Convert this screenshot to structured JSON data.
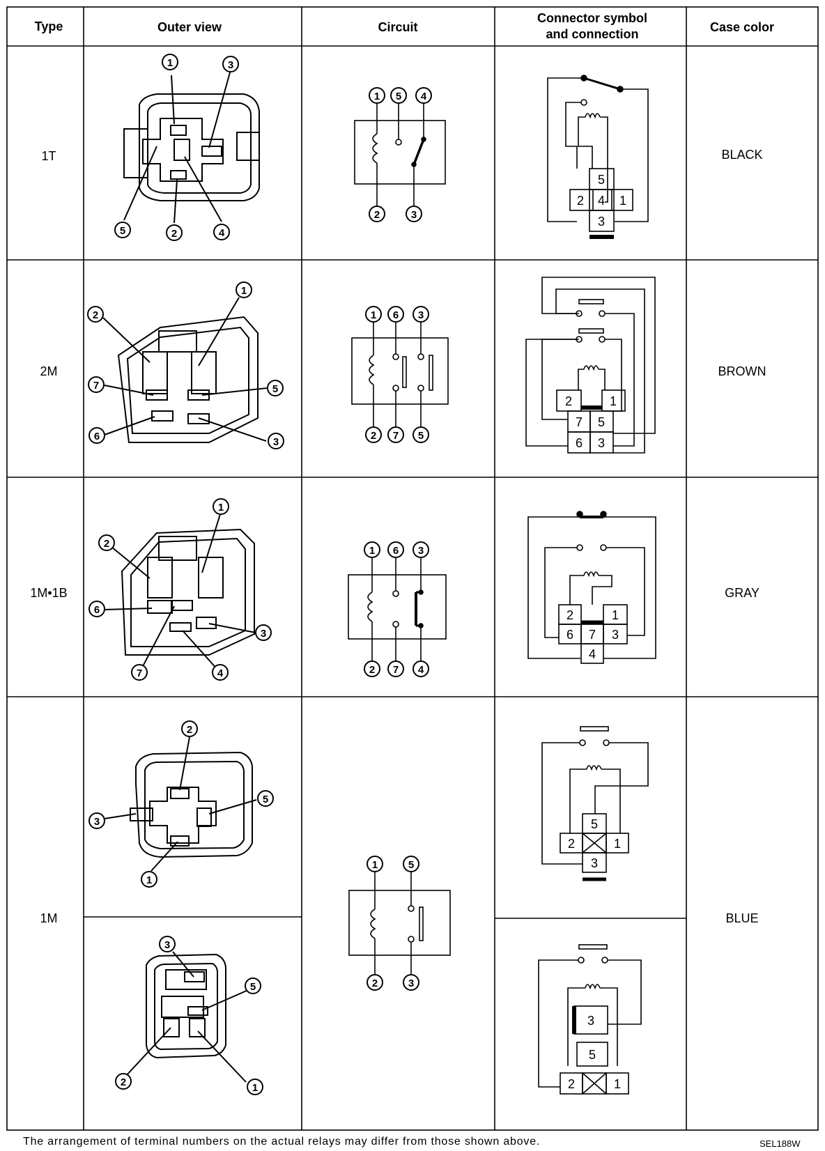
{
  "headers": {
    "type": "Type",
    "outer": "Outer view",
    "circuit": "Circuit",
    "connector_line1": "Connector symbol",
    "connector_line2": "and connection",
    "case": "Case color"
  },
  "rows": [
    {
      "type": "1T",
      "case": "BLACK"
    },
    {
      "type": "2M",
      "case": "BROWN"
    },
    {
      "type": "1M•1B",
      "case": "GRAY"
    },
    {
      "type": "1M",
      "case": "BLUE"
    }
  ],
  "footnote": "The arrangement of terminal numbers on the actual relays may differ from those shown above.",
  "figure_code": "SEL188W",
  "terminals": {
    "r1_outer": [
      "1",
      "3",
      "5",
      "2",
      "4"
    ],
    "r1_circuit": [
      "1",
      "5",
      "4",
      "2",
      "3"
    ],
    "r1_connector": [
      "5",
      "2",
      "4",
      "1",
      "3"
    ],
    "r2_outer": [
      "1",
      "2",
      "7",
      "5",
      "6",
      "3"
    ],
    "r2_circuit": [
      "1",
      "6",
      "3",
      "2",
      "7",
      "5"
    ],
    "r2_connector": [
      "2",
      "1",
      "7",
      "5",
      "6",
      "3"
    ],
    "r3_outer": [
      "1",
      "2",
      "6",
      "3",
      "7",
      "4"
    ],
    "r3_circuit": [
      "1",
      "6",
      "3",
      "2",
      "7",
      "4"
    ],
    "r3_connector": [
      "2",
      "1",
      "6",
      "7",
      "3",
      "4"
    ],
    "r4a_outer": [
      "2",
      "5",
      "3",
      "1"
    ],
    "r4b_outer": [
      "3",
      "5",
      "2",
      "1"
    ],
    "r4_circuit": [
      "1",
      "5",
      "2",
      "3"
    ],
    "r4a_connector": [
      "5",
      "2",
      "1",
      "3"
    ],
    "r4b_connector": [
      "3",
      "5",
      "2",
      "1"
    ]
  }
}
